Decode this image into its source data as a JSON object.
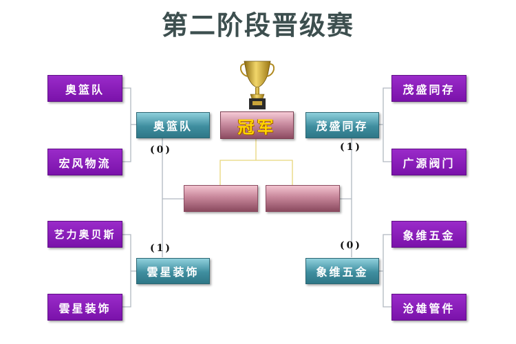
{
  "title": "第二阶段晋级赛",
  "champion_label": "冠军",
  "left": {
    "round1": [
      "奥篮队",
      "宏风物流",
      "艺力奥贝斯",
      "雲星装饰"
    ],
    "semis": [
      "奥篮队",
      "雲星装饰"
    ],
    "scores": [
      "(0)",
      "(1)"
    ]
  },
  "right": {
    "round1": [
      "茂盛同存",
      "广源阀门",
      "象维五金",
      "沧雄管件"
    ],
    "semis": [
      "茂盛同存",
      "象维五金"
    ],
    "scores": [
      "(1)",
      "(0)"
    ]
  },
  "final_slots": [
    "",
    ""
  ],
  "colors": {
    "round1_box": "#8a1fbb",
    "semi_box": "#4a9aab",
    "final_box": "#b87890",
    "champion_text": "#ffd400",
    "title_text": "#3d4f4f",
    "bracket_line_gray": "#b0b8c0",
    "bracket_line_gold": "#e8d67a"
  },
  "icons": {
    "trophy": "trophy-icon"
  }
}
